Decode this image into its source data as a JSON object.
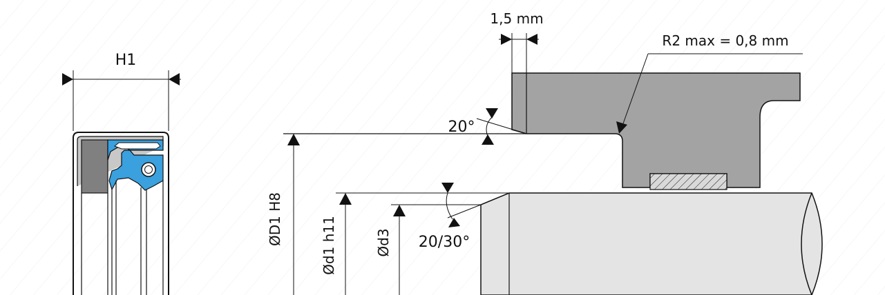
{
  "labels": {
    "h1": "H1",
    "groove_step": "1,5 mm",
    "radius": "R2 max = 0,8 mm",
    "angle_housing": "20°",
    "angle_rod": "20/30°",
    "dia_housing": "ØD1 H8",
    "dia_rod": "Ød1  h11",
    "dia_chamfer": "Ød3"
  },
  "colors": {
    "line": "#111111",
    "housing_fill": "#a3a3a3",
    "rod_fill": "#e4e4e4",
    "seal_body": "#808080",
    "seal_lip": "#3aa0de",
    "hatch": "#d9d9d9"
  }
}
